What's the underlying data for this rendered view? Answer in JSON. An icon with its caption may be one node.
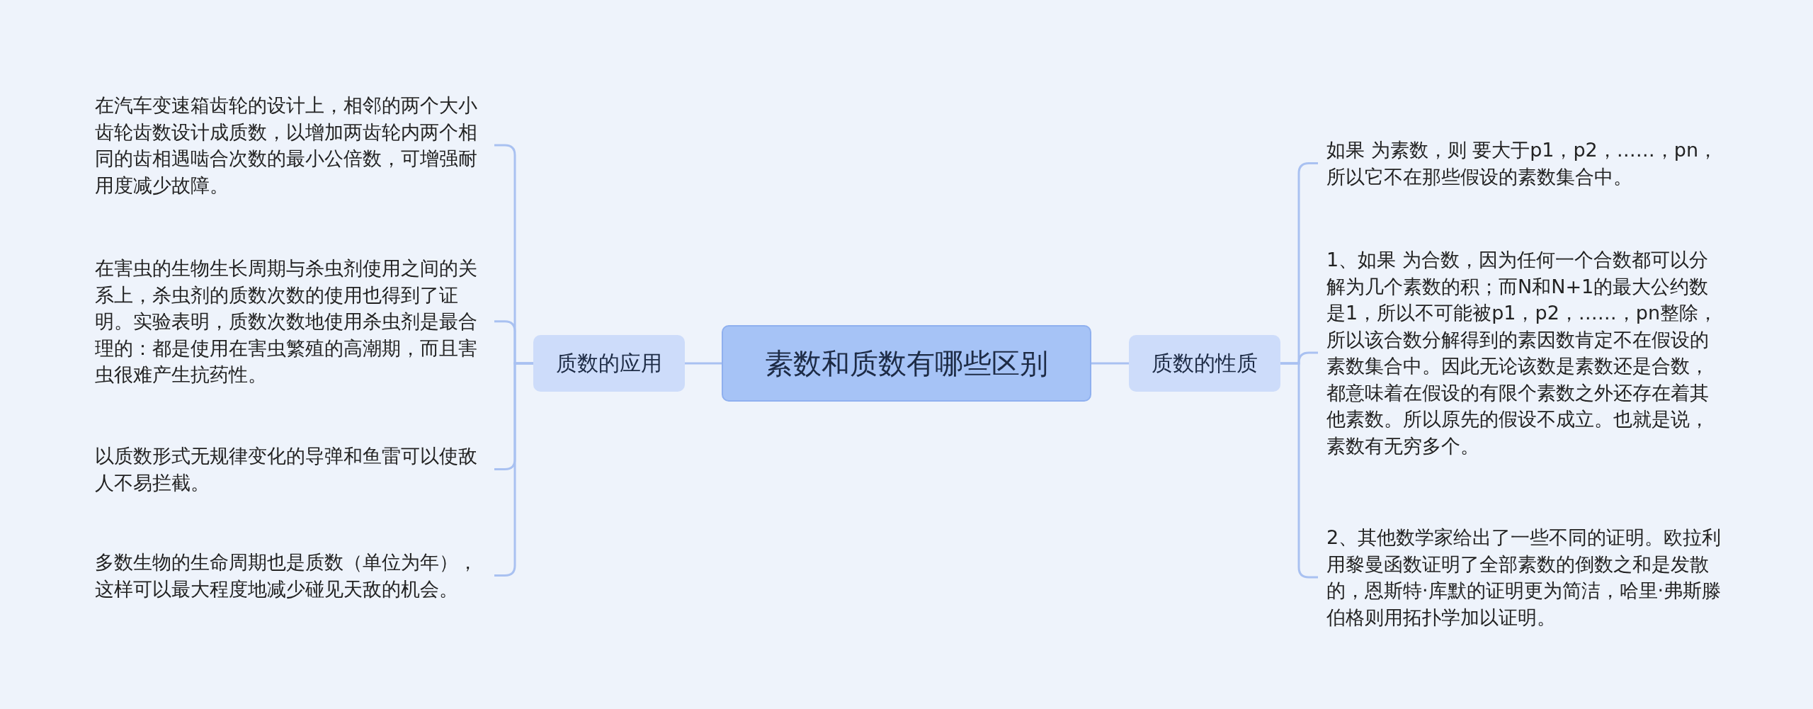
{
  "diagram": {
    "nodes": [
      {
        "text": [
          "素数和质数有哪些区别"
        ]
      },
      {
        "text": [
          "质数的应用"
        ]
      },
      {
        "text": [
          "在汽车变速箱齿轮的设计上，相邻的两个大小齿轮齿数设计成质数，以增加两齿轮内两个相同的齿相遇啮合次数的最小公倍数，可增强耐用度减少故障。"
        ]
      },
      {
        "text": [
          "在害虫的生物生长周期与杀虫剂使用之间的关系上，杀虫剂的质数次数的使用也得到了证明。实验表明，质数次数地使用杀虫剂是最合理的：都是使用在害虫繁殖的高潮期，而且害虫很难产生抗药性。"
        ]
      },
      {
        "text": [
          "以质数形式无规律变化的导弹和鱼雷可以使敌人不易拦截。"
        ]
      },
      {
        "text": [
          "多数生物的生命周期也是质数（单位为年），这样可以最大程度地减少碰见天敌的机会。"
        ]
      },
      {
        "text": [
          "质数的性质"
        ]
      },
      {
        "text": [
          "如果 为素数，则 要大于p1，p2，……，pn，所以它不在那些假设的素数集合中。"
        ]
      },
      {
        "text": [
          "1、如果 为合数，因为任何一个合数都可以分解为几个素数的积；而N和N+1的最大公约数是1，所以不可能被p1，p2，……，pn整除，所以该合数分解得到的素因数肯定不在假设的素数集合中。因此无论该数是素数还是合数，都意味着在假设的有限个素数之外还存在着其他素数。所以原先的假设不成立。也就是说，素数有无穷多个。"
        ]
      },
      {
        "text": [
          "2、其他数学家给出了一些不同的证明。欧拉利用黎曼函数证明了全部素数的倒数之和是发散的，恩斯特·库默的证明更为简洁，哈里·弗斯滕伯格则用拓扑学加以证明。"
        ]
      }
    ],
    "edges": [
      {
        "from": 0,
        "to": 1,
        "arrow": "none"
      },
      {
        "from": 1,
        "to": 2,
        "arrow": "none"
      },
      {
        "from": 1,
        "to": 3,
        "arrow": "none"
      },
      {
        "from": 1,
        "to": 4,
        "arrow": "none"
      },
      {
        "from": 1,
        "to": 5,
        "arrow": "none"
      },
      {
        "from": 0,
        "to": 6,
        "arrow": "none"
      },
      {
        "from": 6,
        "to": 7,
        "arrow": "none"
      },
      {
        "from": 6,
        "to": 8,
        "arrow": "none"
      },
      {
        "from": 6,
        "to": 9,
        "arrow": "none"
      }
    ]
  }
}
